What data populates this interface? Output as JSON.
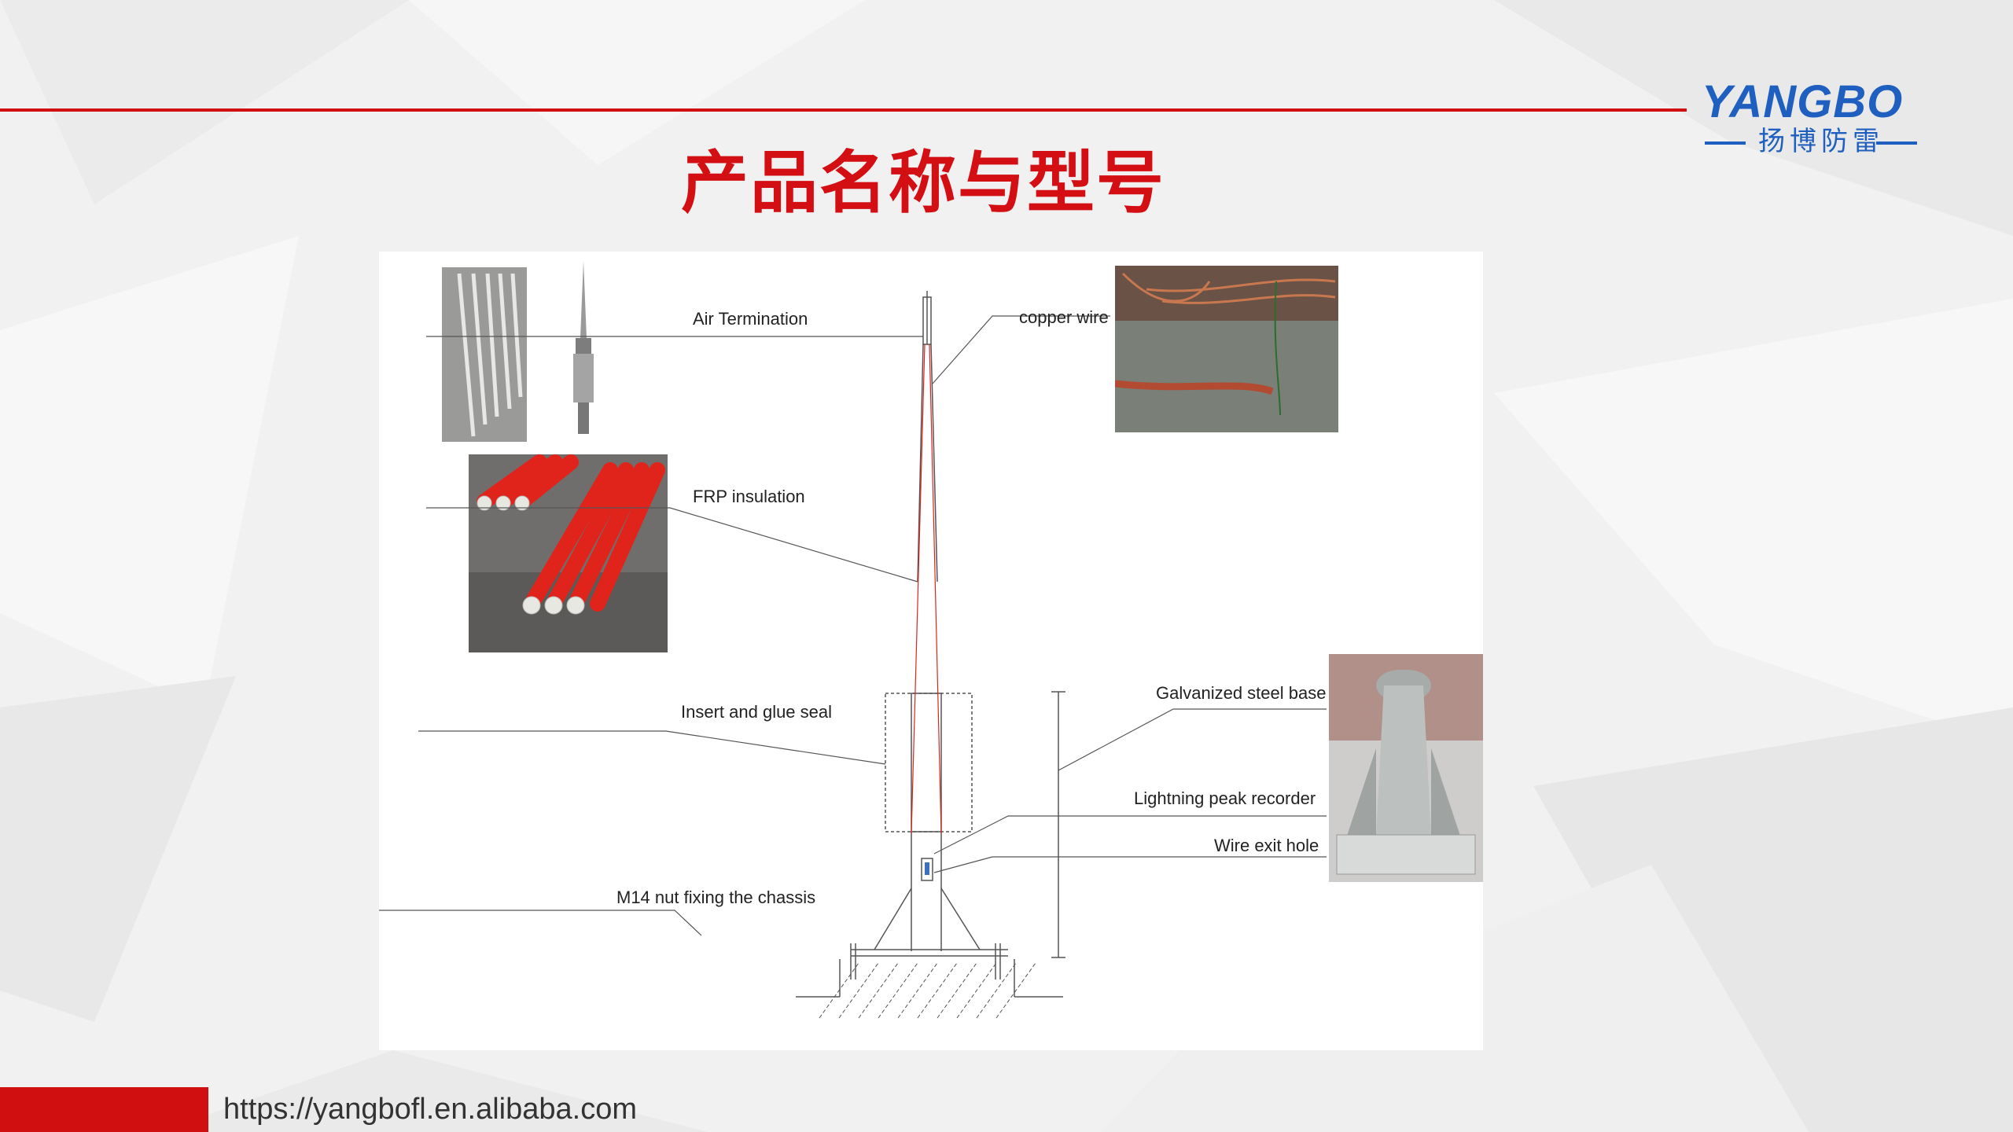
{
  "logo": {
    "brand_en": "YANGBO",
    "brand_cn": "扬博防雷"
  },
  "title": "产品名称与型号",
  "diagram": {
    "labels": {
      "air_termination": "Air Termination",
      "copper_wire": "copper wire",
      "frp_insulation": "FRP insulation",
      "insert_glue": "Insert and glue seal",
      "galvanized_base": "Galvanized steel base",
      "peak_recorder": "Lightning peak recorder",
      "wire_exit": "Wire exit hole",
      "m14_nut": "M14 nut fixing the chassis"
    }
  },
  "footer": {
    "url": "https://yangbofl.en.alibaba.com"
  },
  "colors": {
    "accent_red": "#d01010",
    "brand_blue": "#1f5fbf",
    "frp_red": "#e0241c"
  }
}
